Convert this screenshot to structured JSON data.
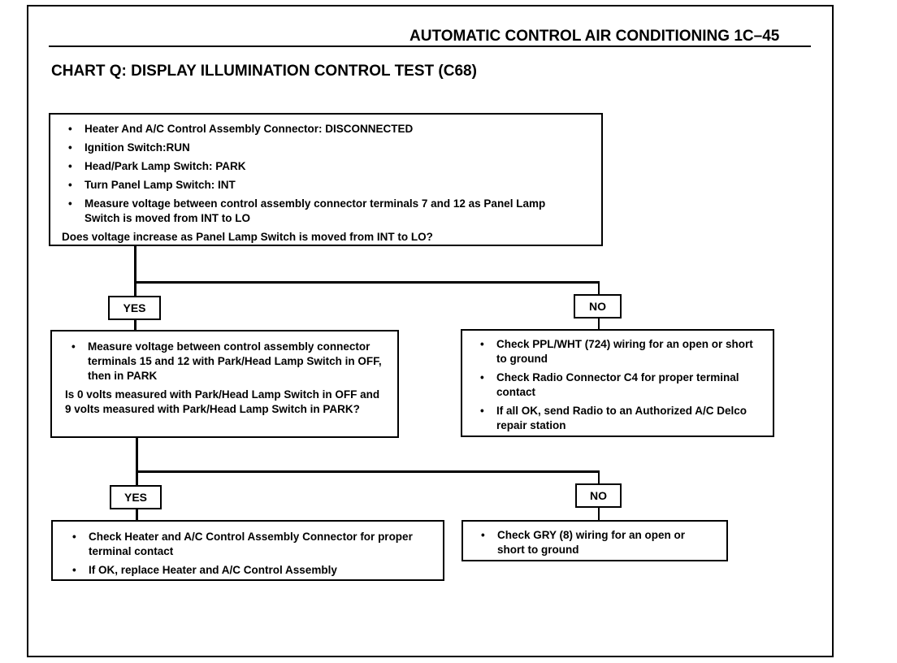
{
  "header": {
    "title": "AUTOMATIC CONTROL AIR CONDITIONING 1C–45"
  },
  "chart": {
    "title": "CHART Q: DISPLAY ILLUMINATION CONTROL TEST (C68)"
  },
  "bullet_glyph": "•",
  "start_box": {
    "items": [
      "Heater And A/C Control Assembly Connector: DISCONNECTED",
      "Ignition Switch:RUN",
      "Head/Park Lamp Switch: PARK",
      "Turn Panel Lamp Switch: INT",
      "Measure voltage between control assembly connector terminals 7 and 12 as Panel Lamp Switch is moved from INT to LO"
    ],
    "question": "Does voltage increase as Panel Lamp Switch is moved from INT to LO?"
  },
  "branch1": {
    "yes_label": "YES",
    "no_label": "NO"
  },
  "yes1_box": {
    "items": [
      "Measure voltage between control assembly connector terminals 15 and 12 with Park/Head Lamp Switch in OFF, then in PARK"
    ],
    "question": "Is 0 volts measured with Park/Head Lamp Switch in OFF and 9 volts measured with Park/Head Lamp Switch in PARK?"
  },
  "no1_box": {
    "items": [
      "Check PPL/WHT (724) wiring for an open or short to ground",
      "Check Radio Connector C4 for proper terminal contact",
      "If all OK, send Radio to an Authorized A/C Delco repair station"
    ]
  },
  "branch2": {
    "yes_label": "YES",
    "no_label": "NO"
  },
  "yes2_box": {
    "items": [
      "Check Heater and A/C Control Assembly Connector for proper terminal contact",
      "If OK, replace Heater and A/C Control Assembly"
    ]
  },
  "no2_box": {
    "items": [
      "Check GRY (8) wiring for an open or short to ground"
    ]
  }
}
